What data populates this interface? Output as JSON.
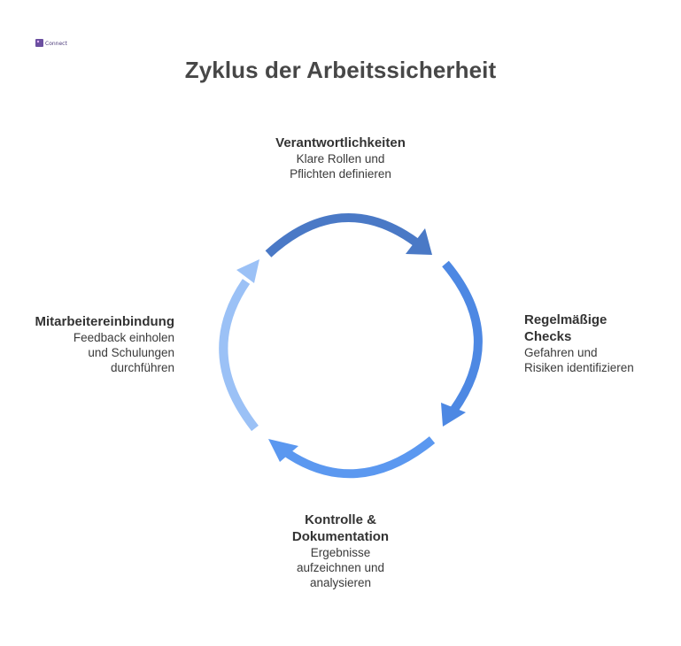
{
  "title": "Zyklus der Arbeitssicherheit",
  "logo_text": "Connect",
  "steps": [
    {
      "title": "Verantwortlichkeiten",
      "desc_lines": [
        "Klare Rollen und",
        "Pflichten definieren"
      ],
      "color": "#4a79c6"
    },
    {
      "title_lines": [
        "Regelmäßige",
        "Checks"
      ],
      "desc_lines": [
        "Gefahren und",
        "Risiken identifizieren"
      ],
      "color": "#4d88e3"
    },
    {
      "title_lines": [
        "Kontrolle &",
        "Dokumentation"
      ],
      "desc_lines": [
        "Ergebnisse",
        "aufzeichnen und",
        "analysieren"
      ],
      "color": "#5b98f0"
    },
    {
      "title": "Mitarbeitereinbindung",
      "desc_lines": [
        "Feedback einholen",
        "und Schulungen",
        "durchführen"
      ],
      "color": "#9bc1f6"
    }
  ]
}
